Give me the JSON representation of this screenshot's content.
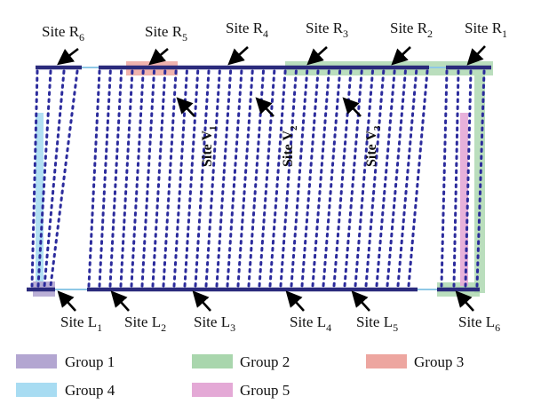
{
  "top_sites": [
    {
      "text": "Site R",
      "sub": "6"
    },
    {
      "text": "Site R",
      "sub": "5"
    },
    {
      "text": "Site R",
      "sub": "4"
    },
    {
      "text": "Site R",
      "sub": "3"
    },
    {
      "text": "Site R",
      "sub": "2"
    },
    {
      "text": "Site R",
      "sub": "1"
    }
  ],
  "bottom_sites": [
    {
      "text": "Site L",
      "sub": "1"
    },
    {
      "text": "Site L",
      "sub": "2"
    },
    {
      "text": "Site L",
      "sub": "3"
    },
    {
      "text": "Site L",
      "sub": "4"
    },
    {
      "text": "Site L",
      "sub": "5"
    },
    {
      "text": "Site L",
      "sub": "6"
    }
  ],
  "vertical_sites": [
    {
      "text": "Site V",
      "sub": "1"
    },
    {
      "text": "Site V",
      "sub": "2"
    },
    {
      "text": "Site V",
      "sub": "3"
    }
  ],
  "legend": [
    {
      "label": "Group 1",
      "color": "#b3a6d1"
    },
    {
      "label": "Group 2",
      "color": "#a9d6ad"
    },
    {
      "label": "Group 3",
      "color": "#eda6a0"
    },
    {
      "label": "Group 4",
      "color": "#a8dcf2"
    },
    {
      "label": "Group 5",
      "color": "#e4a9d6"
    }
  ],
  "colors": {
    "rail": "#2b2b7c",
    "connector": "#8ec8e6",
    "dot": "#2b2b9c"
  }
}
